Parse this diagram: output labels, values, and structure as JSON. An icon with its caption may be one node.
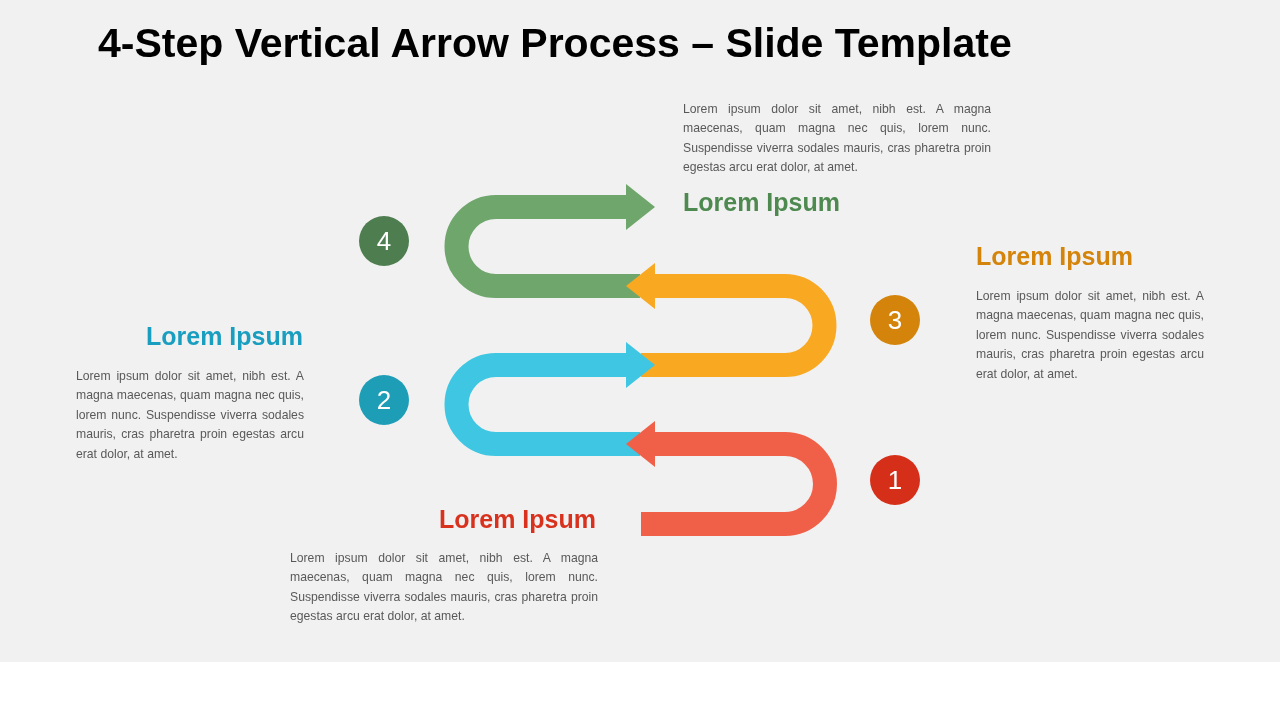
{
  "diagram": {
    "title": "4-Step Vertical Arrow Process – Slide Template",
    "nodes": [
      {
        "text": [
          "4"
        ],
        "beside": [
          "Lorem ipsum dolor sit amet, nibh est. A magna maecenas, quam magna nec quis, lorem nunc. Suspendisse viverra sodales mauris, cras pharetra proin egestas arcu erat dolor, at amet.",
          "Lorem Ipsum"
        ]
      },
      {
        "text": [
          "3"
        ],
        "beside": [
          "Lorem Ipsum",
          "Lorem ipsum dolor sit amet, nibh est. A magna maecenas, quam magna nec quis, lorem nunc. Suspendisse viverra sodales mauris, cras pharetra proin egestas arcu erat dolor, at amet."
        ]
      },
      {
        "text": [
          "2"
        ],
        "beside": [
          "Lorem Ipsum",
          "Lorem ipsum dolor sit amet, nibh est. A magna maecenas, quam magna nec quis, lorem nunc. Suspendisse viverra sodales mauris, cras pharetra proin egestas arcu erat dolor, at amet."
        ]
      },
      {
        "text": [
          "1"
        ],
        "beside": [
          "Lorem Ipsum",
          "Lorem ipsum dolor sit amet, nibh est. A magna maecenas, quam magna nec quis, lorem nunc. Suspendisse viverra sodales mauris, cras pharetra proin egestas arcu erat dolor, at amet."
        ]
      }
    ]
  }
}
